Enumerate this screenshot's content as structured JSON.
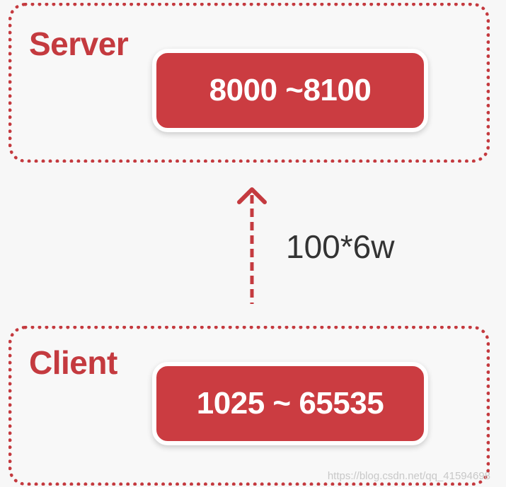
{
  "server": {
    "title": "Server",
    "range": "8000 ~8100"
  },
  "connection": {
    "label": "100*6w",
    "direction": "up"
  },
  "client": {
    "title": "Client",
    "range": "1025 ~ 65535"
  },
  "watermark": "https://blog.csdn.net/qq_41594698",
  "colors": {
    "accent": "#c43a3f",
    "box_fill": "#cb3c41",
    "text_dark": "#333333",
    "background": "#f7f7f7"
  }
}
